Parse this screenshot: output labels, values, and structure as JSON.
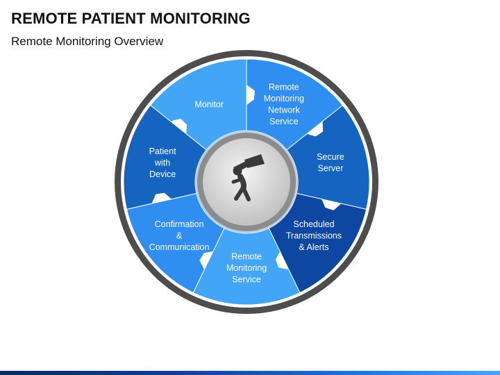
{
  "title": "REMOTE PATIENT MONITORING",
  "subtitle": "Remote Monitoring Overview",
  "center_icon": "person-with-telescope-icon",
  "segments": [
    {
      "id": "monitor",
      "lines": [
        "Monitor"
      ],
      "color": "#42a5f5"
    },
    {
      "id": "network-service",
      "lines": [
        "Remote",
        "Monitoring",
        "Network",
        "Service"
      ],
      "color": "#2f8ef0"
    },
    {
      "id": "secure-server",
      "lines": [
        "Secure",
        "Server"
      ],
      "color": "#1565c0"
    },
    {
      "id": "scheduled",
      "lines": [
        "Scheduled",
        "Transmissions",
        "& Alerts"
      ],
      "color": "#0d47a1"
    },
    {
      "id": "monitoring-service",
      "lines": [
        "Remote",
        "Monitoring",
        "Service"
      ],
      "color": "#42a5f5"
    },
    {
      "id": "confirmation",
      "lines": [
        "Confirmation",
        "&",
        "Communication"
      ],
      "color": "#2f8ef0"
    },
    {
      "id": "patient",
      "lines": [
        "Patient",
        "with",
        "Device"
      ],
      "color": "#1565c0"
    }
  ],
  "colors": {
    "outer_ring": "#4d4d4d",
    "center_ring": "#8a8a8a",
    "center_fill": "#e3e3e3",
    "icon": "#3a3a3a",
    "label": "#ffffff"
  }
}
